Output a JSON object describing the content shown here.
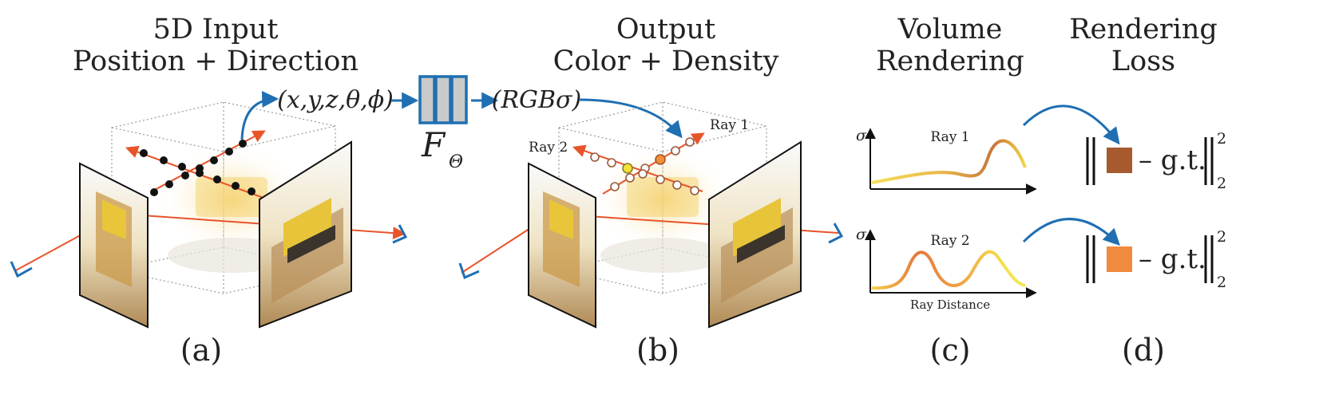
{
  "headings": {
    "a": [
      "5D Input",
      "Position + Direction"
    ],
    "b": [
      "Output",
      "Color + Density"
    ],
    "c": [
      "Volume",
      "Rendering"
    ],
    "d": [
      "Rendering",
      "Loss"
    ]
  },
  "panel_labels": {
    "a": "(a)",
    "b": "(b)",
    "c": "(c)",
    "d": "(d)"
  },
  "input_tuple": "(x,y,z,θ,ϕ)",
  "network_label": "F",
  "network_subscript": "Θ",
  "output_tuple": "(RGBσ)",
  "rays": {
    "ray1": "Ray 1",
    "ray2": "Ray 2"
  },
  "plots": {
    "y_symbol": "σ",
    "ray1_title": "Ray 1",
    "ray2_title": "Ray 2",
    "xlabel": "Ray Distance"
  },
  "loss": {
    "term": "– g.t.",
    "superscript": "2",
    "subscript": "2",
    "ray1_color": "#a65a2e",
    "ray2_color": "#f08a3c"
  },
  "colors": {
    "ray": "#e8542a",
    "arrow": "#1f6fb2",
    "network_fill": "#c9c9c9",
    "network_stroke": "#1f6fb2"
  }
}
